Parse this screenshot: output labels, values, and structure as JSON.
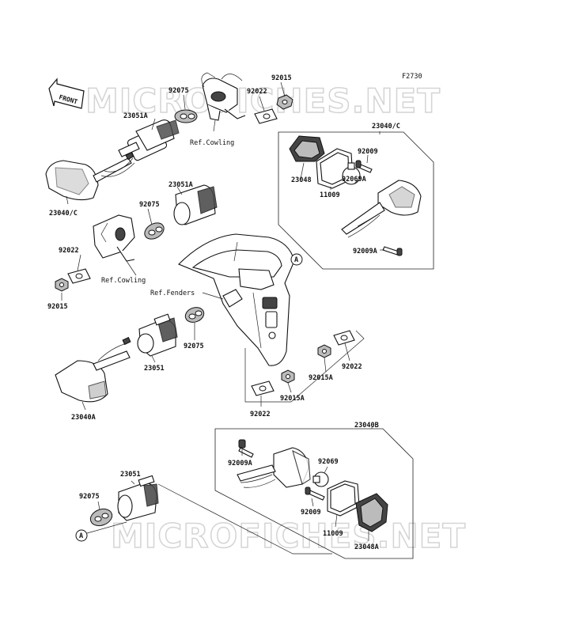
{
  "diagram": {
    "code": "F2730",
    "front_label": "FRONT",
    "watermark": "MICROFICHES.NET",
    "callout_a": "A",
    "labels": {
      "p92015_top": "92015",
      "p92075_top": "92075",
      "p92022_top": "92022",
      "ref_cowling_top": "Ref.Cowling",
      "p23051A_top": "23051A",
      "p23040C_left": "23040/C",
      "p23040C_right": "23040/C",
      "p92009_right": "92009",
      "p23048": "23048",
      "p11009_top": "11009",
      "p92069A": "92069A",
      "p92009A_right": "92009A",
      "p23051A_mid": "23051A",
      "p92075_mid": "92075",
      "p92022_left": "92022",
      "ref_cowling_mid": "Ref.Cowling",
      "p92015_left": "92015",
      "ref_fenders": "Ref.Fenders",
      "p92075_low": "92075",
      "p23051": "23051",
      "p23040A": "23040A",
      "p92015A_right": "92015A",
      "p92022_right": "92022",
      "p92015A_low": "92015A",
      "p92022_low": "92022",
      "p23040B": "23040B",
      "p92009A_low": "92009A",
      "p92069": "92069",
      "p92009_low": "92009",
      "p11009_low": "11009",
      "p23048A": "23048A",
      "p23051_low": "23051",
      "p92075_bottom": "92075"
    }
  }
}
